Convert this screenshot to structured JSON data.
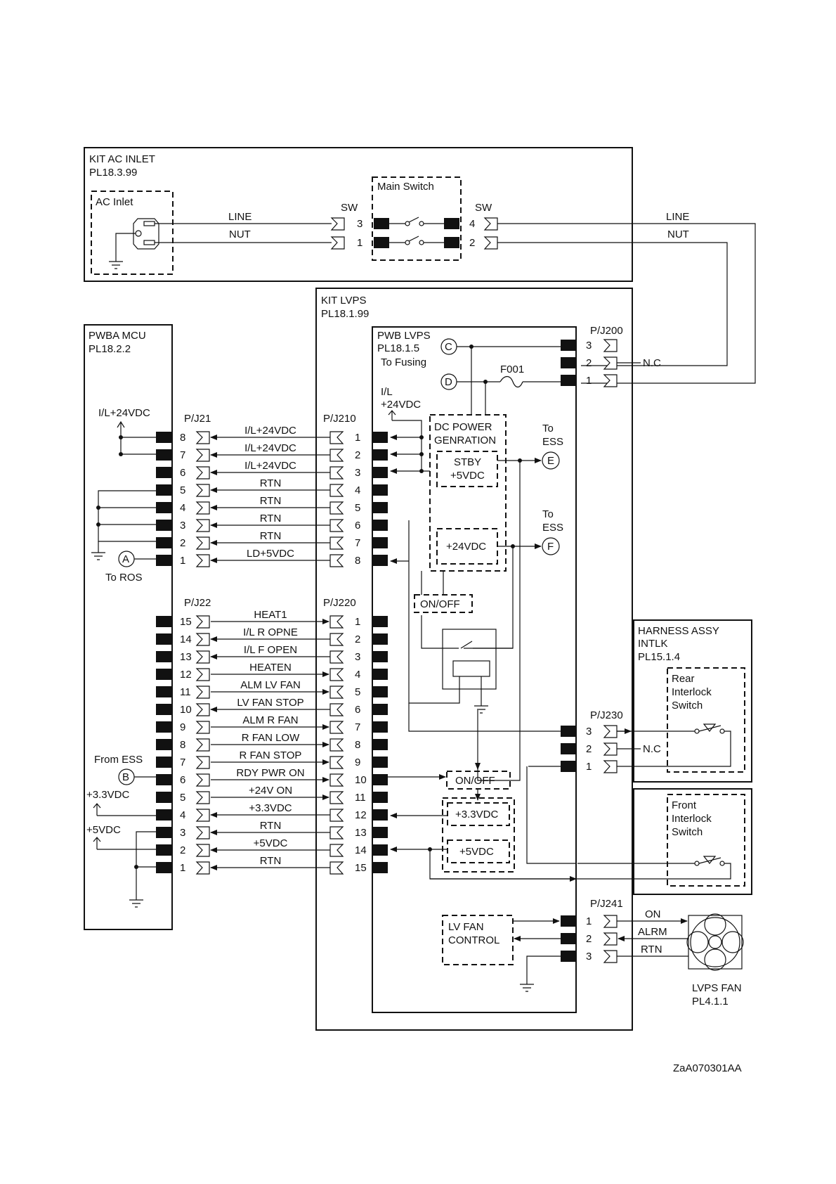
{
  "doc_code": "ZaA070301AA",
  "ac_inlet_kit": {
    "title": "KIT AC INLET",
    "part": "PL18.3.99",
    "inlet_label": "AC Inlet",
    "switch_label": "Main Switch",
    "sw_left": "SW",
    "sw_right": "SW",
    "pins_left": [
      "3",
      "1"
    ],
    "pins_right": [
      "4",
      "2"
    ],
    "wire_line": "LINE",
    "wire_nut": "NUT"
  },
  "lvps_kit": {
    "title": "KIT LVPS",
    "part": "PL18.1.99"
  },
  "pwb_lvps": {
    "title": "PWB LVPS",
    "part": "PL18.1.5",
    "to_fusing": "To Fusing",
    "fuse": "F001",
    "il_label": "I/L",
    "il_v": "+24VDC",
    "dc_power_1": "DC POWER",
    "dc_power_2": "GENRATION",
    "stby_1": "STBY",
    "stby_2": "+5VDC",
    "v24": "+24VDC",
    "on_off_1": "ON/OFF",
    "on_off_2": "ON/OFF",
    "v33": "+3.3VDC",
    "v5": "+5VDC",
    "lv_fan_1": "LV FAN",
    "lv_fan_2": "CONTROL",
    "to_ess_a1": "To",
    "to_ess_a2": "ESS",
    "to_ess_b1": "To",
    "to_ess_b2": "ESS"
  },
  "mcu": {
    "title": "PWBA MCU",
    "part": "PL18.2.2",
    "il24": "I/L+24VDC",
    "to_ros": "To ROS",
    "from_ess": "From ESS",
    "v33": "+3.3VDC",
    "v5": "+5VDC"
  },
  "circle_labels": [
    "A",
    "B",
    "C",
    "D",
    "E",
    "F"
  ],
  "pj21": {
    "label": "P/J21",
    "pins": [
      "8",
      "7",
      "6",
      "5",
      "4",
      "3",
      "2",
      "1"
    ]
  },
  "pj210": {
    "label": "P/J210",
    "pins": [
      "1",
      "2",
      "3",
      "4",
      "5",
      "6",
      "7",
      "8"
    ]
  },
  "pj21_signals": [
    "I/L+24VDC",
    "I/L+24VDC",
    "I/L+24VDC",
    "RTN",
    "RTN",
    "RTN",
    "RTN",
    "LD+5VDC"
  ],
  "pj22": {
    "label": "P/J22",
    "pins": [
      "15",
      "14",
      "13",
      "12",
      "11",
      "10",
      "9",
      "8",
      "7",
      "6",
      "5",
      "4",
      "3",
      "2",
      "1"
    ]
  },
  "pj220": {
    "label": "P/J220",
    "pins": [
      "1",
      "2",
      "3",
      "4",
      "5",
      "6",
      "7",
      "8",
      "9",
      "10",
      "11",
      "12",
      "13",
      "14",
      "15"
    ]
  },
  "pj22_signals": [
    "HEAT1",
    "I/L R OPNE",
    "I/L F OPEN",
    "HEATEN",
    "ALM LV FAN",
    "LV FAN STOP",
    "ALM R FAN",
    "R FAN LOW",
    "R FAN STOP",
    "RDY PWR ON",
    "+24V ON",
    "+3.3VDC",
    "RTN",
    "+5VDC",
    "RTN"
  ],
  "pj200": {
    "label": "P/J200",
    "pins": [
      "3",
      "2",
      "1"
    ],
    "nc": "N.C",
    "wire_line": "LINE",
    "wire_nut": "NUT"
  },
  "pj230": {
    "label": "P/J230",
    "pins": [
      "3",
      "2",
      "1"
    ],
    "nc": "N.C"
  },
  "pj241": {
    "label": "P/J241",
    "pins": [
      "1",
      "2",
      "3"
    ],
    "signals": [
      "ON",
      "ALRM",
      "RTN"
    ]
  },
  "harness": {
    "title_1": "HARNESS ASSY",
    "title_2": "INTLK",
    "part": "PL15.1.4",
    "rear_1": "Rear",
    "rear_2": "Interlock",
    "rear_3": "Switch",
    "front_1": "Front",
    "front_2": "Interlock",
    "front_3": "Switch"
  },
  "fan": {
    "title": "LVPS FAN",
    "part": "PL4.1.1"
  }
}
